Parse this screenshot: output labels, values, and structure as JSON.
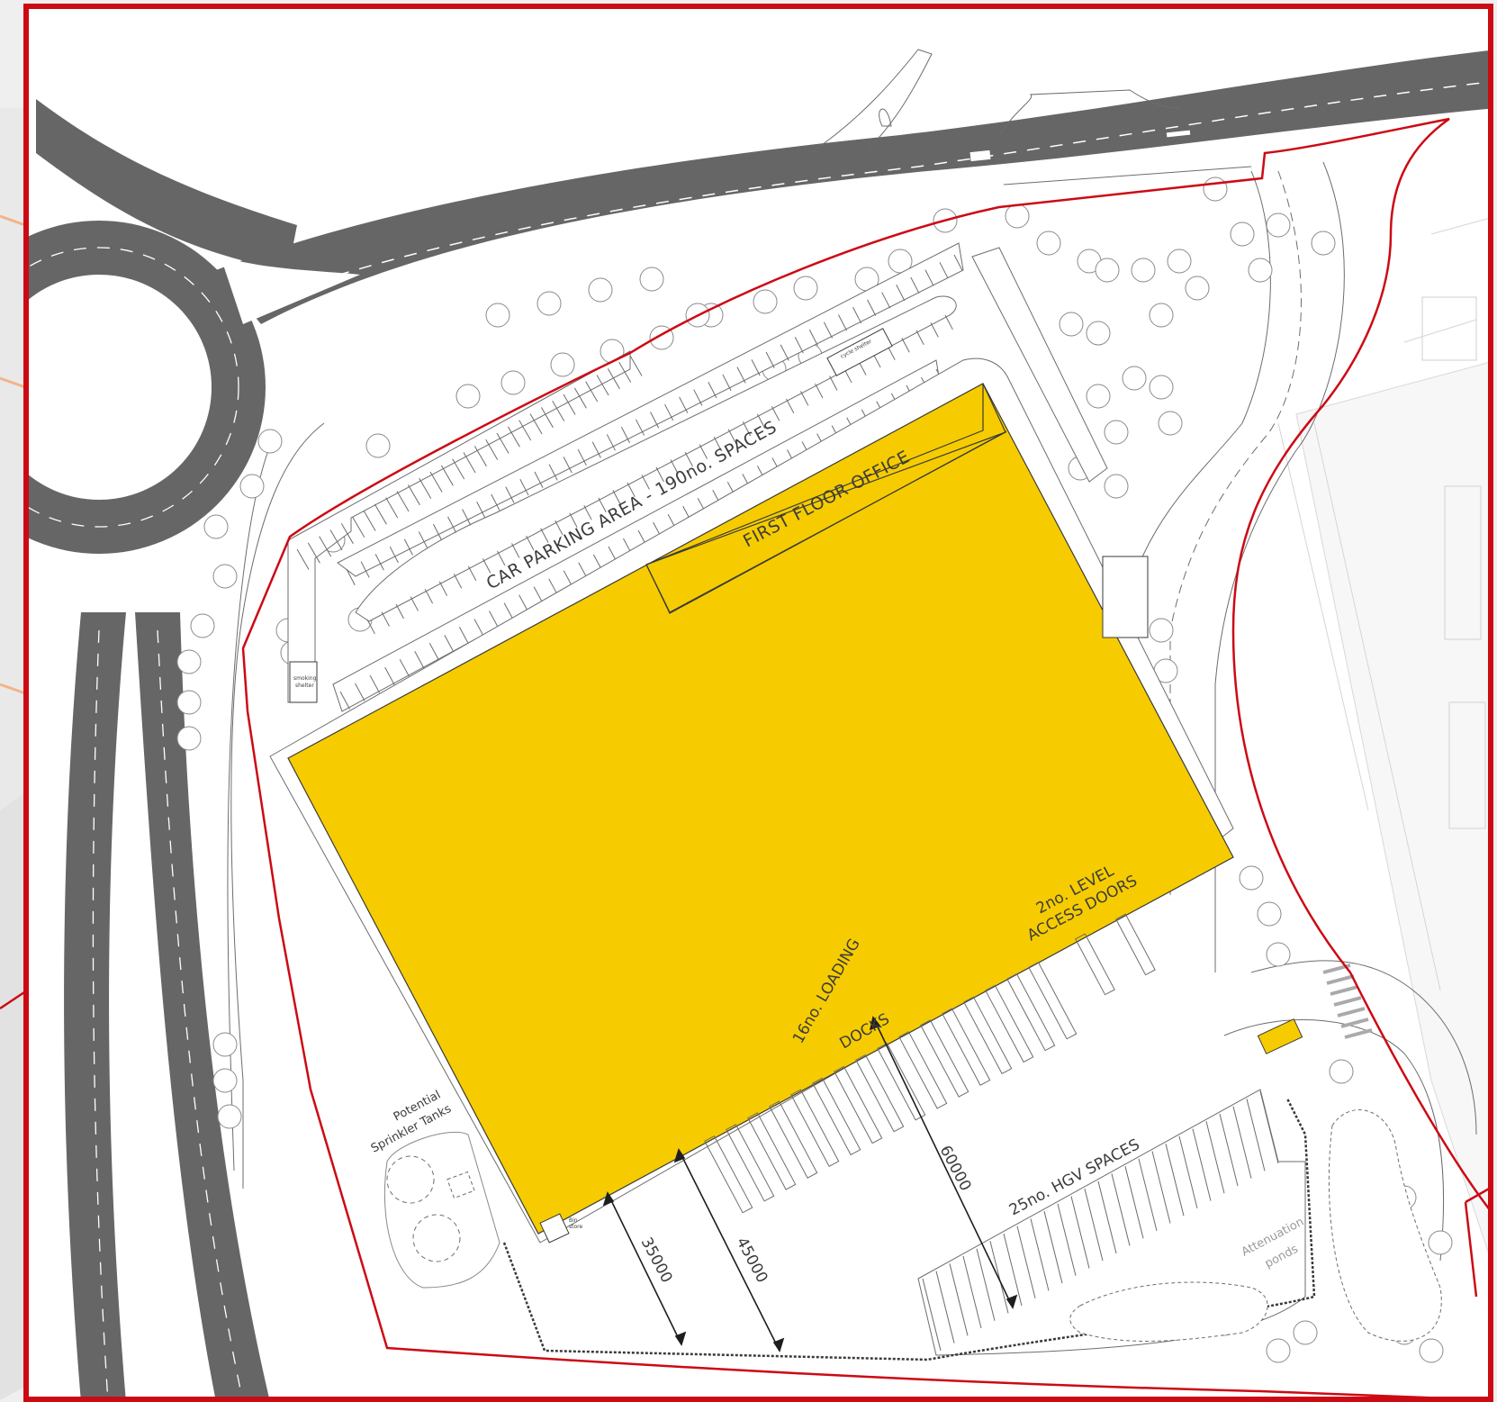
{
  "colors": {
    "site_boundary": "#cc0a14",
    "building": "#f6cc00",
    "road": "#666666",
    "ground": "#ffffff",
    "surroundings": "#efefef"
  },
  "labels": {
    "car_parking": "CAR PARKING AREA - 190no. SPACES",
    "first_floor_office": "FIRST FLOOR OFFICE",
    "level_access_line1": "2no. LEVEL",
    "level_access_line2": "ACCESS DOORS",
    "loading_docks_line1": "16no. LOADING",
    "loading_docks_line2": "DOCKS",
    "hgv_spaces": "25no. HGV SPACES",
    "sprinkler_line1": "Potential",
    "sprinkler_line2": "Sprinkler Tanks",
    "attenuation_line1": "Attenuation",
    "attenuation_line2": "ponds",
    "smoking_shelter_line1": "smoking",
    "smoking_shelter_line2": "shelter",
    "cycle_shelter": "cycle shelter",
    "bin_store_line1": "Bin",
    "bin_store_line2": "store"
  },
  "dimensions": {
    "dim_35000": "35000",
    "dim_45000": "45000",
    "dim_60000": "60000"
  },
  "counts": {
    "loading_docks": 16,
    "level_access_doors": 2,
    "hgv_spaces": 25,
    "car_parking_spaces": 190
  }
}
